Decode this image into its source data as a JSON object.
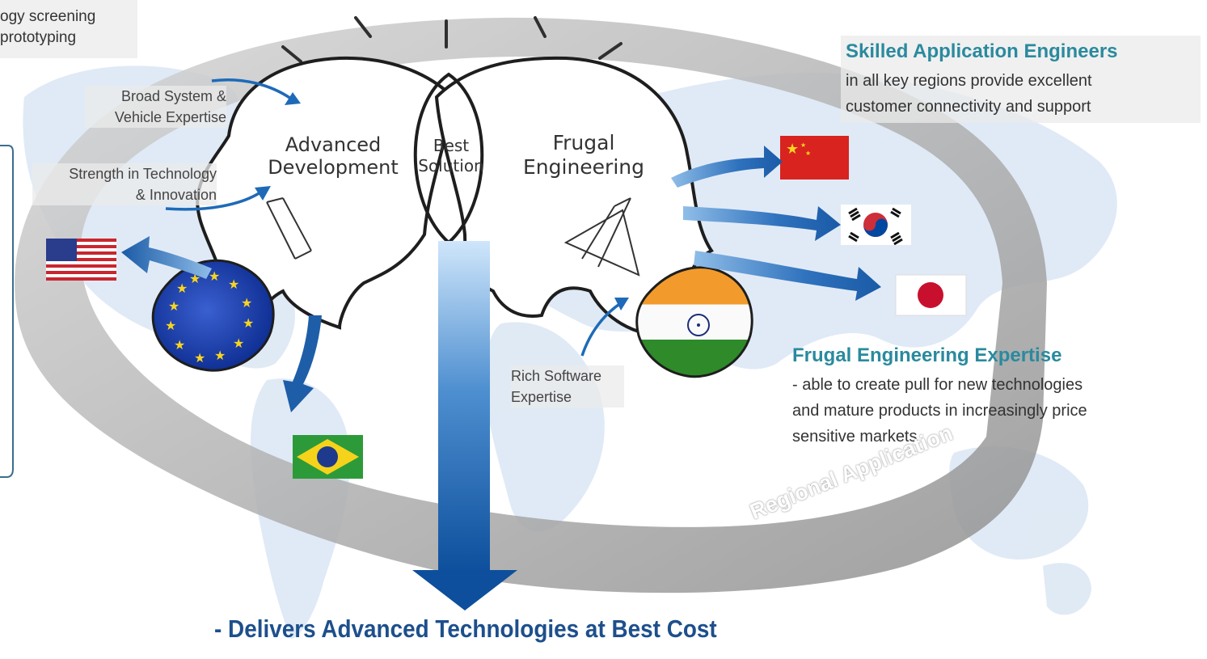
{
  "corner_text": {
    "line1": "ogy screening",
    "line2": "prototyping"
  },
  "left_labels": {
    "broad": {
      "line1": "Broad System &",
      "line2": "Vehicle Expertise"
    },
    "strength": {
      "line1": "Strength in Technology",
      "line2": "& Innovation"
    }
  },
  "bulbs": {
    "left": {
      "line1": "Advanced",
      "line2": "Development"
    },
    "center": {
      "line1": "Best",
      "line2": "Solution"
    },
    "right": {
      "line1": "Frugal",
      "line2": "Engineering"
    }
  },
  "rich_software": {
    "line1": "Rich Software",
    "line2": "Expertise"
  },
  "skilled": {
    "heading": "Skilled Application Engineers",
    "line1": "in all key regions provide excellent",
    "line2": "customer connectivity and support"
  },
  "frugal_expertise": {
    "heading": "Frugal Engineering Expertise",
    "line1": "- able to create pull for new technologies",
    "line2": "and mature products in increasingly price",
    "line3": "sensitive markets"
  },
  "ring_label": "Regional Application",
  "bottom_text": "- Delivers Advanced Technologies at Best Cost",
  "flags": [
    "usa-flag",
    "eu-flag",
    "brazil-flag",
    "china-flag",
    "korea-flag",
    "japan-flag",
    "india-flag"
  ],
  "colors": {
    "accent_teal": "#2a8a9e",
    "arrow_blue": "#1d5fa8",
    "ring_gray": "#a9a9a9"
  }
}
